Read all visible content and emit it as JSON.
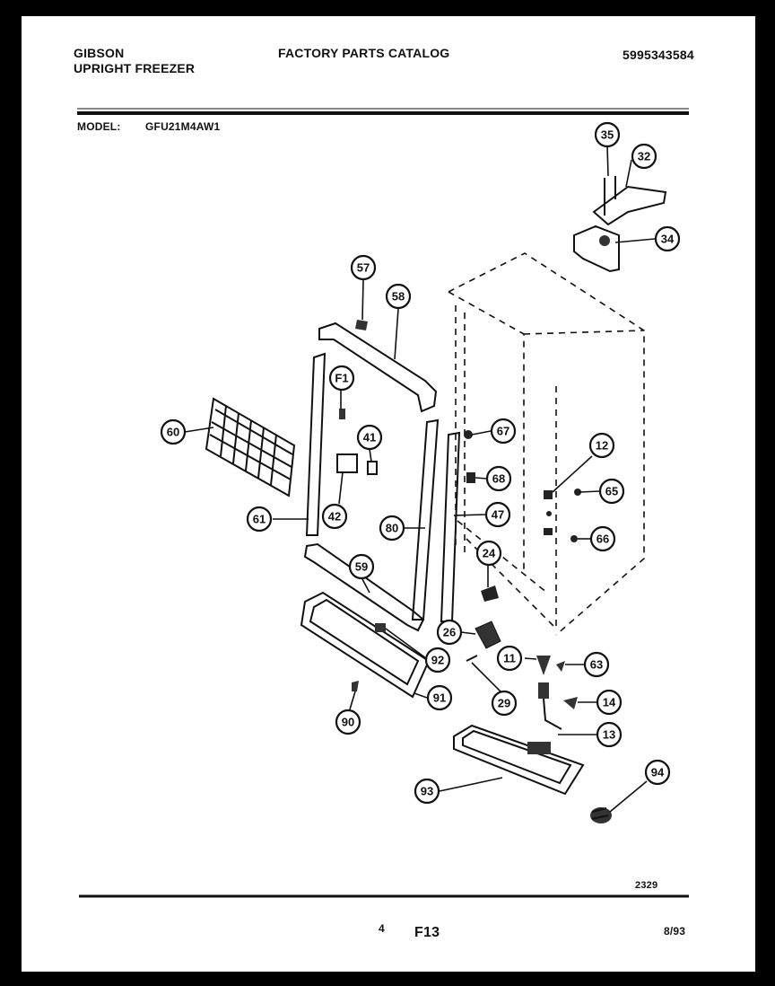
{
  "header": {
    "brand": "GIBSON",
    "product": "UPRIGHT FREEZER",
    "catalog_title": "FACTORY PARTS CATALOG",
    "catalog_number": "5995343584",
    "model_label": "MODEL:",
    "model_value": "GFU21M4AW1"
  },
  "callouts": [
    "35",
    "32",
    "34",
    "57",
    "58",
    "F1",
    "41",
    "60",
    "61",
    "42",
    "80",
    "67",
    "68",
    "47",
    "12",
    "65",
    "66",
    "24",
    "59",
    "26",
    "92",
    "11",
    "63",
    "91",
    "90",
    "29",
    "14",
    "13",
    "93",
    "94"
  ],
  "footer": {
    "drawing_number": "2329",
    "page_number": "4",
    "section_code": "F13",
    "date": "8/93"
  }
}
